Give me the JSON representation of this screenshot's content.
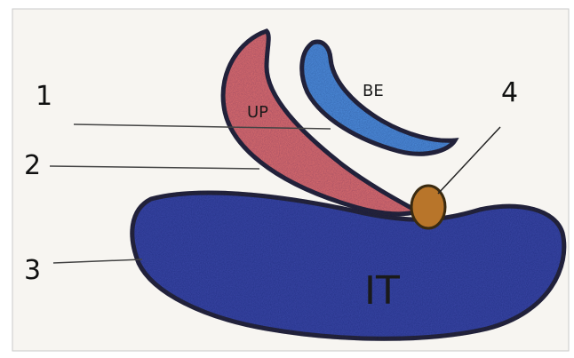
{
  "diagram": {
    "callouts": [
      {
        "number": "1",
        "points_to": "UP"
      },
      {
        "number": "2",
        "points_to": "UP"
      },
      {
        "number": "3",
        "points_to": "IT"
      },
      {
        "number": "4",
        "points_to": "small nodule"
      }
    ],
    "regions": [
      {
        "label": "UP",
        "color": "#e0706e"
      },
      {
        "label": "BE",
        "color": "#4f8fe0"
      },
      {
        "label": "IT",
        "color": "#3a4aa8"
      },
      {
        "label": "",
        "color": "#b8752a"
      }
    ]
  }
}
